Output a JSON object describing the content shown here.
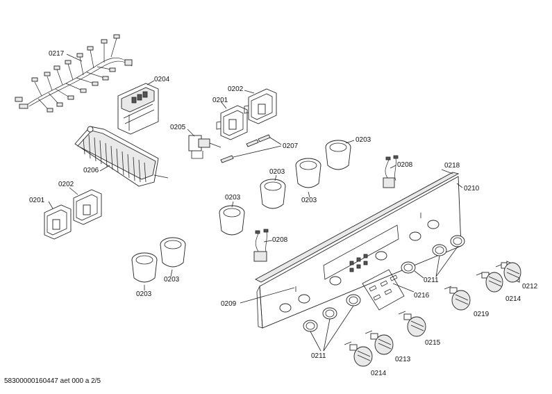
{
  "labels": {
    "l0217": "0217",
    "l0204": "0204",
    "l0202a": "0202",
    "l0201a": "0201",
    "l0205": "0205",
    "l0207": "0207",
    "l0203a": "0203",
    "l0206": "0206",
    "l0208a": "0208",
    "l0218": "0218",
    "l0210": "0210",
    "l0201b": "0201",
    "l0202b": "0202",
    "l0203b": "0203",
    "l0203c": "0203",
    "l0203d": "0203",
    "l0208b": "0208",
    "l0203e": "0203",
    "l0203f": "0203",
    "l0211a": "0211",
    "l0212": "0212",
    "l0214a": "0214",
    "l0216": "0216",
    "l0219": "0219",
    "l0209": "0209",
    "l0215": "0215",
    "l0211b": "0211",
    "l0213": "0213",
    "l0214b": "0214"
  },
  "footer": "58300000160447 aet 000 a 2/5"
}
